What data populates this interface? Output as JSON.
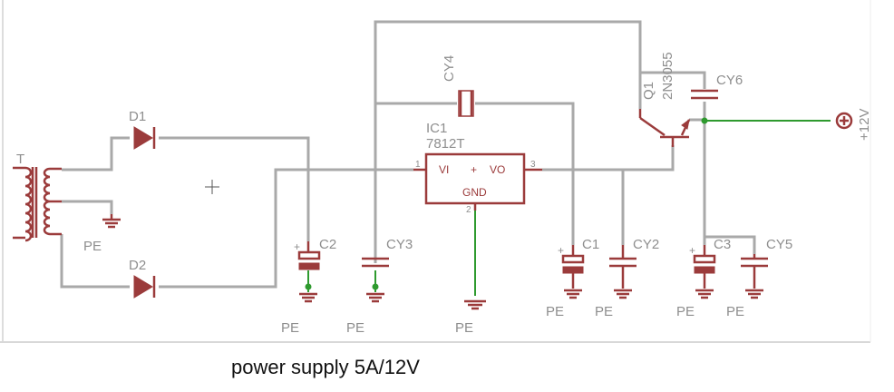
{
  "caption": "power supply 5A/12V",
  "components": {
    "transformer": "T",
    "d1": "D1",
    "d2": "D2",
    "c2": "C2",
    "cy3": "CY3",
    "cy4": "CY4",
    "ic1_name": "IC1",
    "ic1_part": "7812T",
    "ic1_vi": "VI",
    "ic1_plus": "+",
    "ic1_vo": "VO",
    "ic1_gnd": "GND",
    "pin1": "1",
    "pin2": "2",
    "pin3": "3",
    "c1": "C1",
    "cy2": "CY2",
    "q1_name": "Q1",
    "q1_part": "2N3055",
    "cy6": "CY6",
    "c3": "C3",
    "cy5": "CY5",
    "output": "+12V"
  },
  "grounds": {
    "pe1": "PE",
    "pe2": "PE",
    "pe3": "PE",
    "pe4": "PE",
    "pe5": "PE",
    "pe6": "PE",
    "pe7": "PE",
    "pe8": "PE"
  },
  "colors": {
    "wire": "#a9a9a9",
    "component": "#9b3b3b",
    "ground_net": "#2e9a2e",
    "label": "#8e8e8e"
  }
}
